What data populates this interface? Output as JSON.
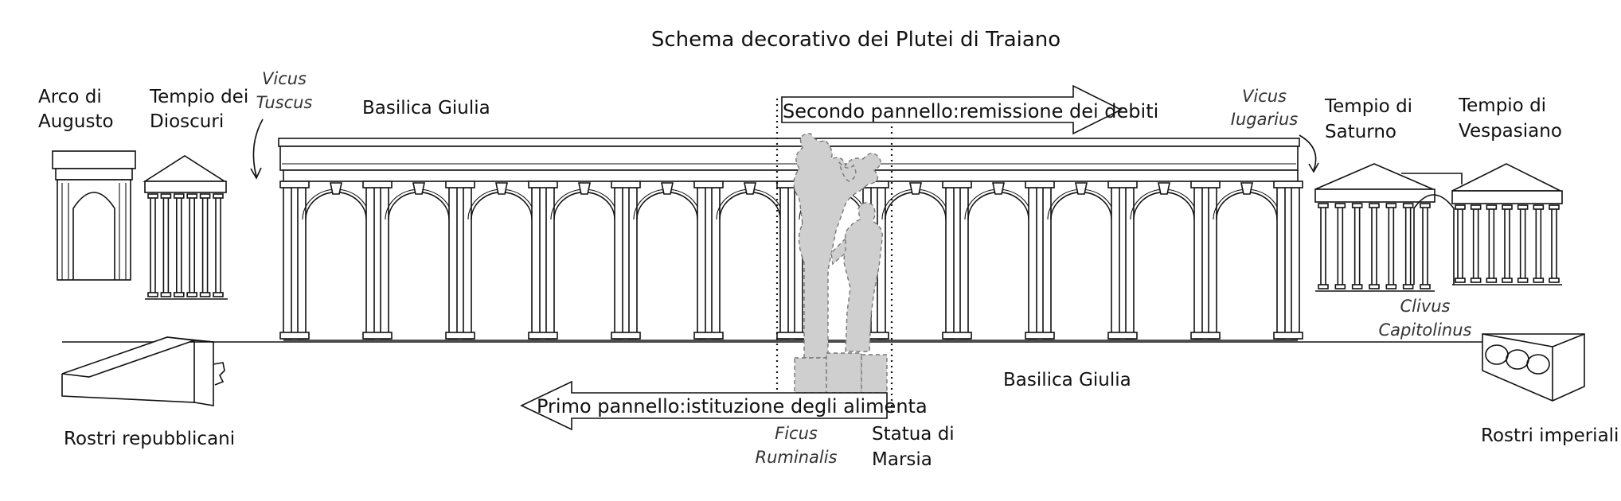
{
  "title": "Schema decorativo dei Plutei di Traiano",
  "labels": {
    "arco_augusto": [
      "Arco di",
      "Augusto"
    ],
    "tempio_dioscuri": [
      "Tempio dei",
      "Dioscuri"
    ],
    "vicus_tuscus": [
      "Vicus",
      "Tuscus"
    ],
    "basilica_giulia_top": "Basilica Giulia",
    "vicus_iugarius": [
      "Vicus",
      "Iugarius"
    ],
    "tempio_saturno": [
      "Tempio di",
      "Saturno"
    ],
    "tempio_vespasiano": [
      "Tempio di",
      "Vespasiano"
    ],
    "clivus_capitolinus": [
      "Clivus",
      "Capitolinus"
    ],
    "basilica_giulia_bottom": "Basilica Giulia",
    "rostri_repubblicani": "Rostri repubblicani",
    "rostri_imperiali": "Rostri imperiali",
    "ficus_ruminalis": [
      "Ficus",
      "Ruminalis"
    ],
    "statua_marsia": [
      "Statua di",
      "Marsia"
    ]
  },
  "arrows": {
    "secondo": "Secondo pannello:remissione dei debiti",
    "primo": "Primo pannello:istituzione degli alimenta"
  }
}
